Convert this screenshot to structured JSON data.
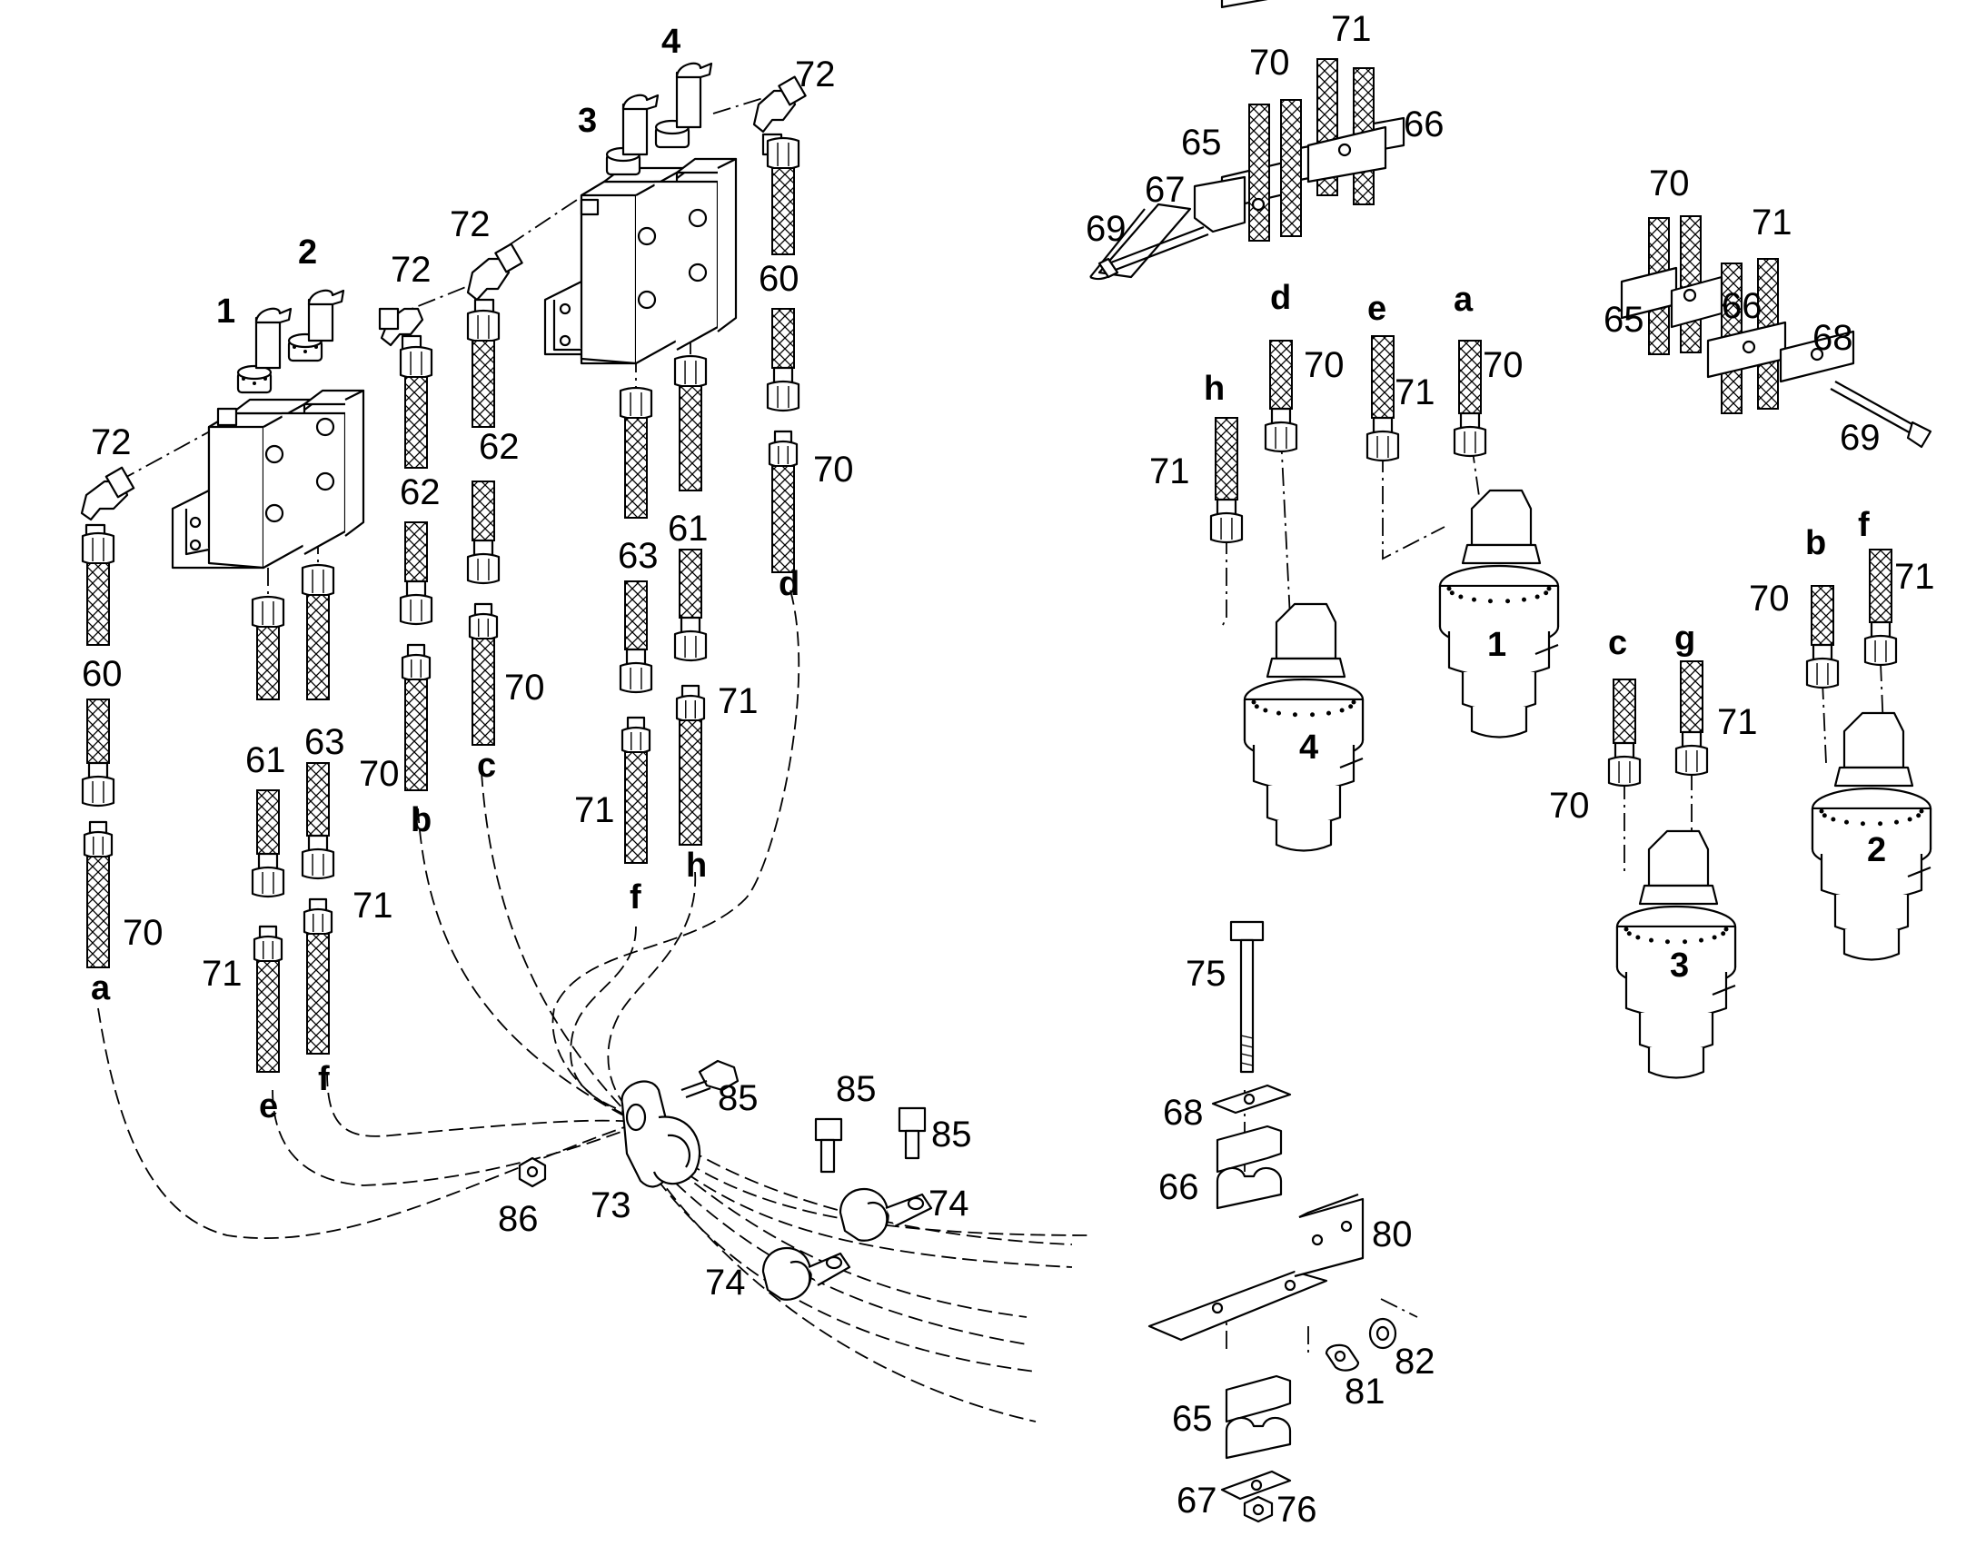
{
  "callouts": {
    "n60": "60",
    "n61": "61",
    "n62": "62",
    "n63": "63",
    "n65": "65",
    "n66": "66",
    "n67": "67",
    "n68": "68",
    "n69": "69",
    "n70": "70",
    "n71": "71",
    "n72": "72",
    "n73": "73",
    "n74": "74",
    "n75": "75",
    "n76": "76",
    "n80": "80",
    "n81": "81",
    "n82": "82",
    "n85": "85",
    "n86": "86"
  },
  "hose_ends": {
    "a": "a",
    "b": "b",
    "c": "c",
    "d": "d",
    "e": "e",
    "f": "f",
    "g": "g",
    "h": "h"
  },
  "units": {
    "u1": "1",
    "u2": "2",
    "u3": "3",
    "u4": "4"
  }
}
